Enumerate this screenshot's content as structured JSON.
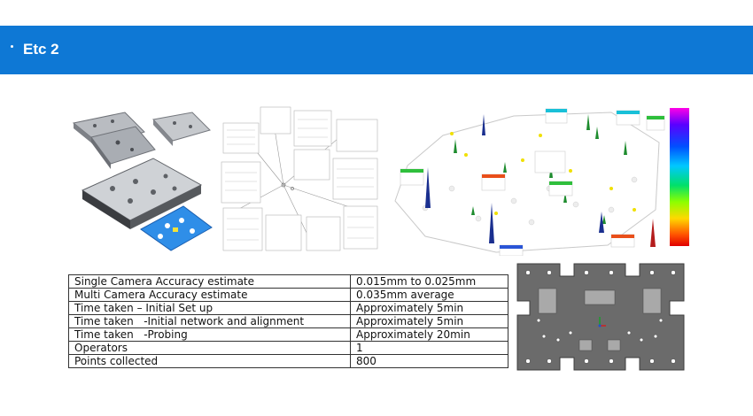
{
  "header": {
    "title": "Etc 2",
    "bg_color": "#0e78d5"
  },
  "figures": {
    "parts_photo": {
      "icon": "metal-plates-photo"
    },
    "measurement_report": {
      "icon": "measurement-diagram"
    },
    "camera_network_3d": {
      "icon": "camera-network-plot"
    },
    "colorbar": {
      "icon": "color-scale-bar"
    },
    "plate_drawing": {
      "icon": "plate-cad-drawing"
    }
  },
  "table": {
    "rows": [
      {
        "label": "Single Camera Accuracy estimate",
        "value": "0.015mm to 0.025mm"
      },
      {
        "label": "Multi Camera Accuracy estimate",
        "value": "0.035mm average"
      },
      {
        "label": "Time taken – Initial Set up",
        "value": "Approximately 5min"
      },
      {
        "label": "Time taken   -Initial network and alignment",
        "value": "Approximately 5min"
      },
      {
        "label": "Time taken   -Probing",
        "value": "Approximately 20min"
      },
      {
        "label": "Operators",
        "value": "1"
      },
      {
        "label": "Points collected",
        "value": "800"
      }
    ]
  }
}
